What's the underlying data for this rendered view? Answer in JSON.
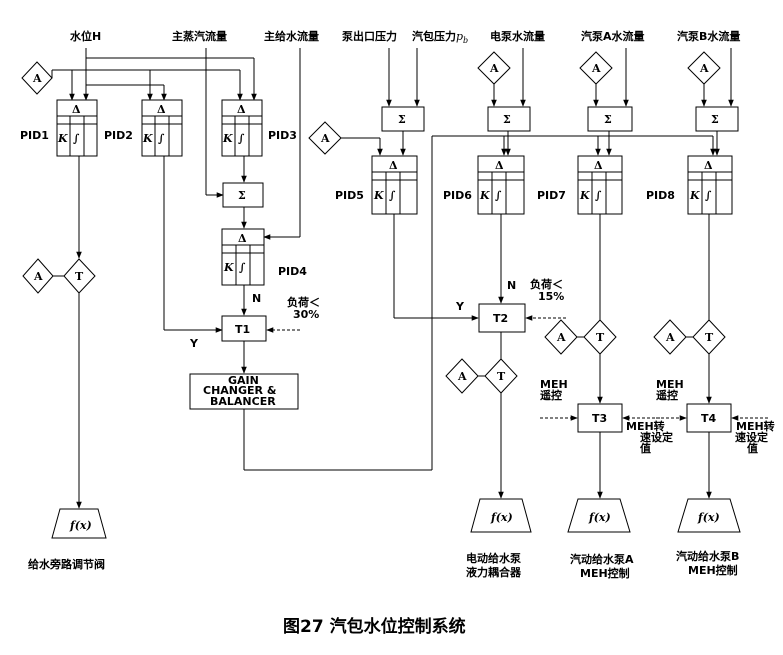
{
  "inputs": {
    "water_level": "水位H",
    "main_steam_flow": "主蒸汽流量",
    "main_feedwater_flow": "主给水流量",
    "pump_outlet_pressure": "泵出口压力",
    "drum_pressure": "汽包压力",
    "drum_pressure_sub": "b",
    "electric_pump_flow": "电泵水流量",
    "turbine_pump_a_flow": "汽泵A水流量",
    "turbine_pump_b_flow": "汽泵B水流量"
  },
  "pid_labels": [
    "PID1",
    "PID2",
    "PID3",
    "PID4",
    "PID5",
    "PID6",
    "PID7",
    "PID8"
  ],
  "symbols": {
    "auto": "A",
    "track": "T",
    "sum": "Σ",
    "delta": "Δ",
    "gain": "K",
    "integral": "∫",
    "func": "f(x)",
    "yes": "Y",
    "no": "N"
  },
  "transfer_switches": [
    "T1",
    "T2",
    "T3",
    "T4"
  ],
  "conditions": {
    "load_30_line1": "负荷＜",
    "load_30_line2": "30%",
    "load_15_line1": "负荷＜",
    "load_15_line2": "15%"
  },
  "gain_changer": {
    "line1": "GAIN",
    "line2": "CHANGER  &",
    "line3": "BALANCER"
  },
  "meh": {
    "remote_a": "MEH\n遥控",
    "remote_b": "MEH\n遥控",
    "speed_set_a": "MEH转\n速设定\n值",
    "speed_set_b": "MEH转\n速设定\n值"
  },
  "outputs": {
    "bypass_valve": "给水旁路调节阀",
    "electric_pump": "电动给水泵\n液力耦合器",
    "turbine_pump_a": "汽动给水泵A\nMEH控制",
    "turbine_pump_b": "汽动给水泵B\nMEH控制"
  },
  "caption": "图27  汽包水位控制系统"
}
